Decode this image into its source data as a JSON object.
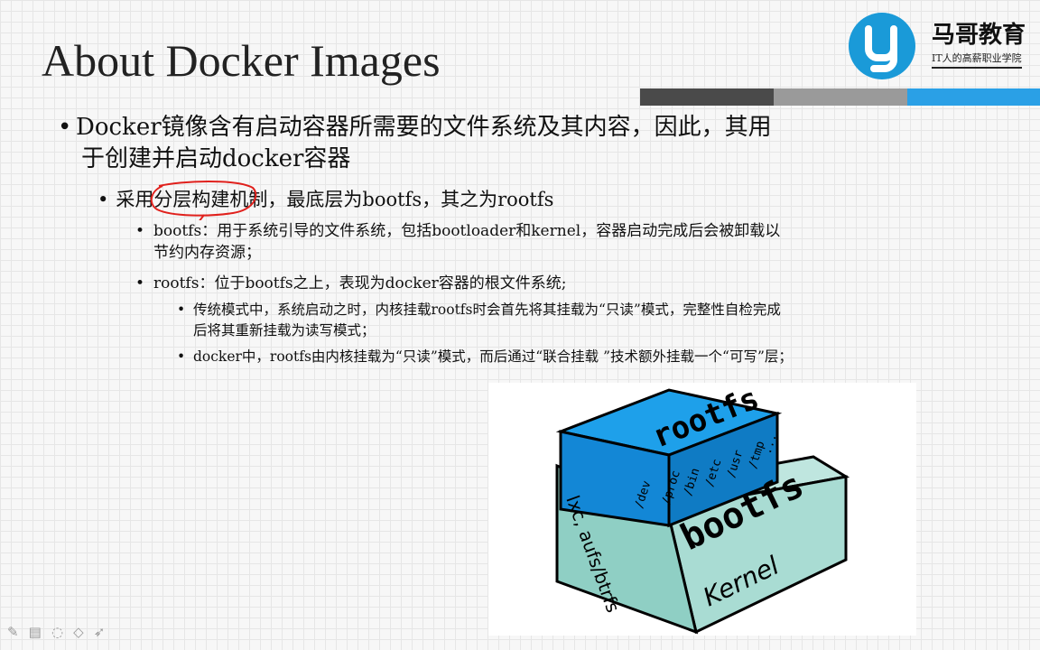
{
  "slide": {
    "title": "About Docker Images",
    "logo": {
      "name": "马哥教育",
      "slogan": "IT人的高薪职业学院"
    },
    "bullets": {
      "l1": {
        "line1": "Docker镜像含有启动容器所需要的文件系统及其内容，因此，其用",
        "line2": "于创建并启动docker容器"
      },
      "l2": {
        "prefix": "采用",
        "highlight": "分层构建",
        "suffix": "机制，最底层为bootfs，其之为rootfs"
      },
      "l3_bootfs": {
        "line1": "bootfs：用于系统引导的文件系统，包括bootloader和kernel，容器启动完成后会被卸载以",
        "line2": "节约内存资源；"
      },
      "l3_rootfs": "rootfs：位于bootfs之上，表现为docker容器的根文件系统;",
      "l4_traditional": {
        "line1": "传统模式中，系统启动之时，内核挂载rootfs时会首先将其挂载为“只读”模式，完整性自检完成",
        "line2": "后将其重新挂载为读写模式；"
      },
      "l4_docker": "docker中，rootfs由内核挂载为“只读”模式，而后通过“联合挂载 ”技术额外挂载一个“可写”层；"
    },
    "diagram": {
      "rootfs_label": "rootfs",
      "rootfs_dirs": [
        "/dev",
        "/proc",
        "/bin",
        "/etc",
        "/usr",
        "/tmp",
        "..."
      ],
      "bootfs_label": "bootfs",
      "bootfs_side": "lxc, aufs/btrfs",
      "kernel_label": "Kernel",
      "colors": {
        "rootfs": "#1387d6",
        "bootfs": "#a9dcd3",
        "outline": "#000000"
      }
    },
    "colors": {
      "bar_dark": "#4a4a4a",
      "bar_mid": "#9a9a9a",
      "bar_blue": "#2aa0e6",
      "annotation": "#e0201c"
    }
  }
}
